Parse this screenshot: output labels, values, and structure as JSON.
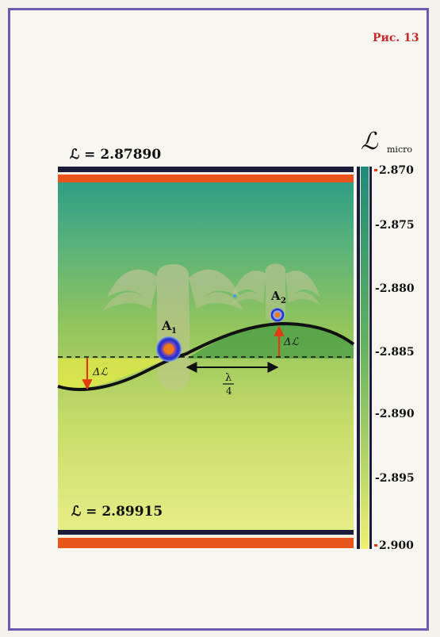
{
  "figure_label": "Рис. 13",
  "top_label": "ℒ = 2.87890",
  "bottom_label": "ℒ = 2.89915",
  "scale": {
    "header_symbol": "ℒ",
    "header_sub": "micro",
    "ticks": [
      "2.870",
      "-2.875",
      "-2.880",
      "-2.885",
      "-2.890",
      "-2.895",
      "2.900"
    ]
  },
  "annotations": {
    "a1_base": "A",
    "a1_sub": "1",
    "a2_base": "A",
    "a2_sub": "2",
    "delta_left": "Δℒ",
    "delta_right": "Δℒ",
    "lambda": "λ",
    "four": "4"
  },
  "colors": {
    "frame": "#6a5bb0",
    "band_dark": "#1b1b3a",
    "band_orange": "#e8541c",
    "curve": "#111111",
    "arrow_red": "#e03a10",
    "marker_orange": "#f07a1a",
    "marker_blue": "#2a34c8"
  }
}
